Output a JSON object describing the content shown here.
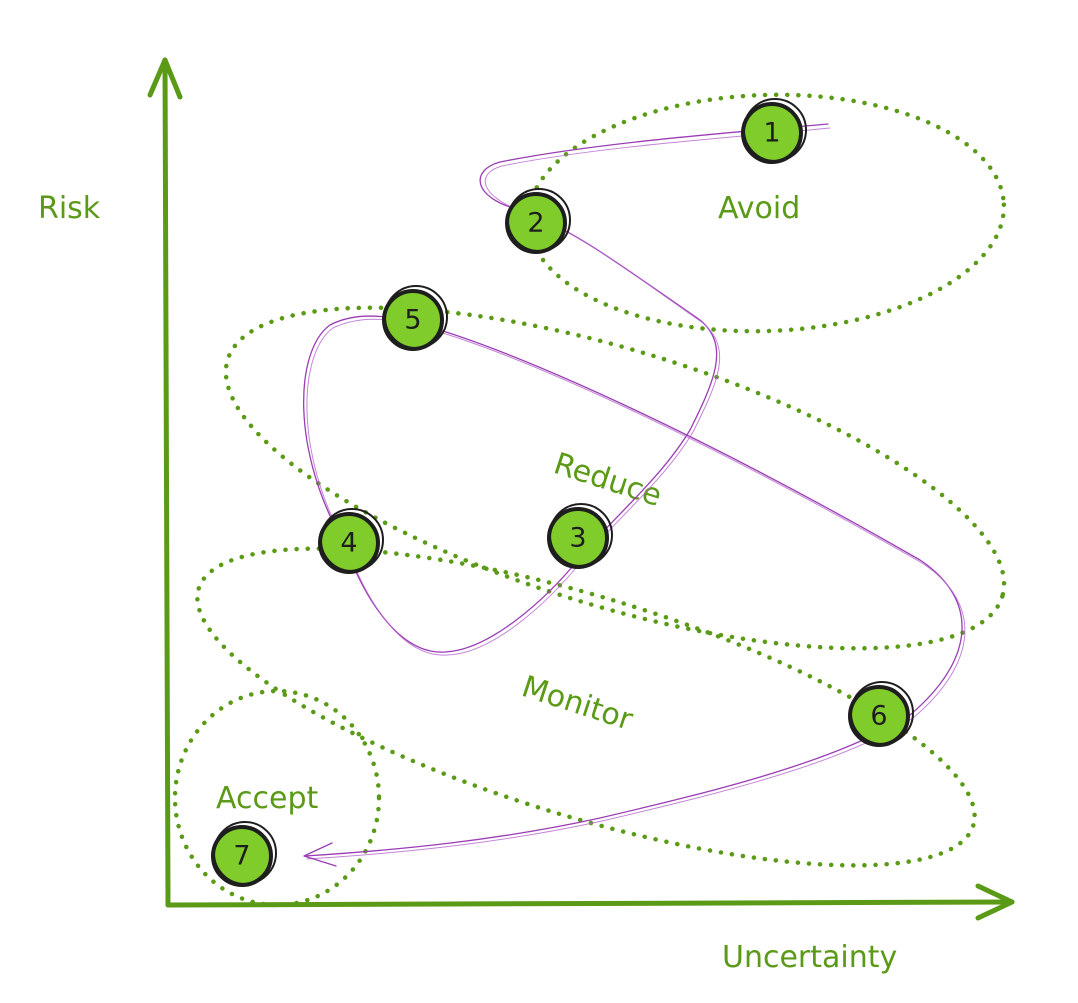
{
  "axes": {
    "y_label": "Risk",
    "x_label": "Uncertainty"
  },
  "zones": [
    {
      "id": "avoid",
      "label": "Avoid"
    },
    {
      "id": "reduce",
      "label": "Reduce"
    },
    {
      "id": "monitor",
      "label": "Monitor"
    },
    {
      "id": "accept",
      "label": "Accept"
    }
  ],
  "nodes": [
    {
      "label": "1"
    },
    {
      "label": "2"
    },
    {
      "label": "3"
    },
    {
      "label": "4"
    },
    {
      "label": "5"
    },
    {
      "label": "6"
    },
    {
      "label": "7"
    }
  ],
  "colors": {
    "axis": "#5a9a16",
    "zone": "#5a9a16",
    "path": "#9b3db5",
    "node_fill": "#7fcc2b",
    "node_stroke": "#1e1e1e"
  }
}
